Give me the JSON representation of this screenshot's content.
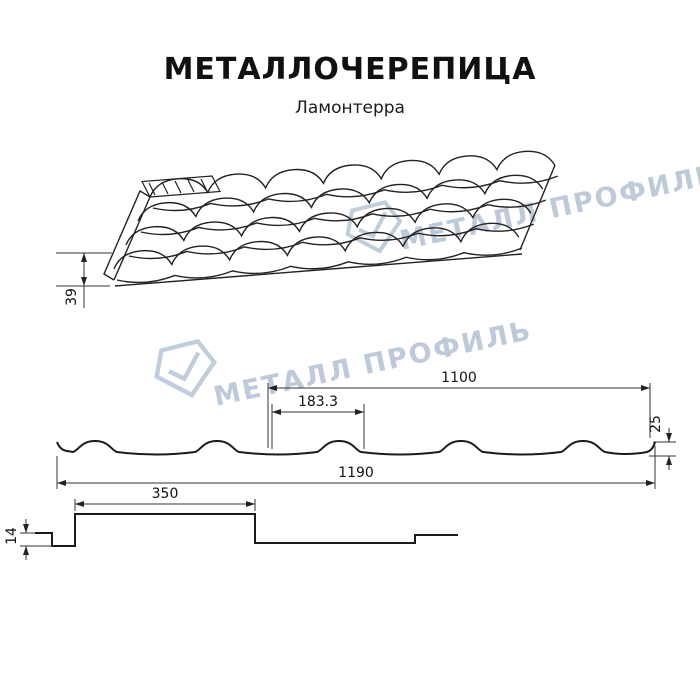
{
  "header": {
    "title": "МЕТАЛЛОЧЕРЕПИЦА",
    "subtitle": "Ламонтерра"
  },
  "watermark": {
    "text": "МЕТАЛЛ ПРОФИЛЬ",
    "color": "#b3c1d4"
  },
  "views": {
    "perspective": {
      "dim_39": "39"
    },
    "cross_section": {
      "dim_1100": "1100",
      "dim_183_3": "183.3",
      "dim_25": "25",
      "dim_1190": "1190"
    },
    "longitudinal_section": {
      "dim_350": "350",
      "dim_14": "14"
    }
  }
}
